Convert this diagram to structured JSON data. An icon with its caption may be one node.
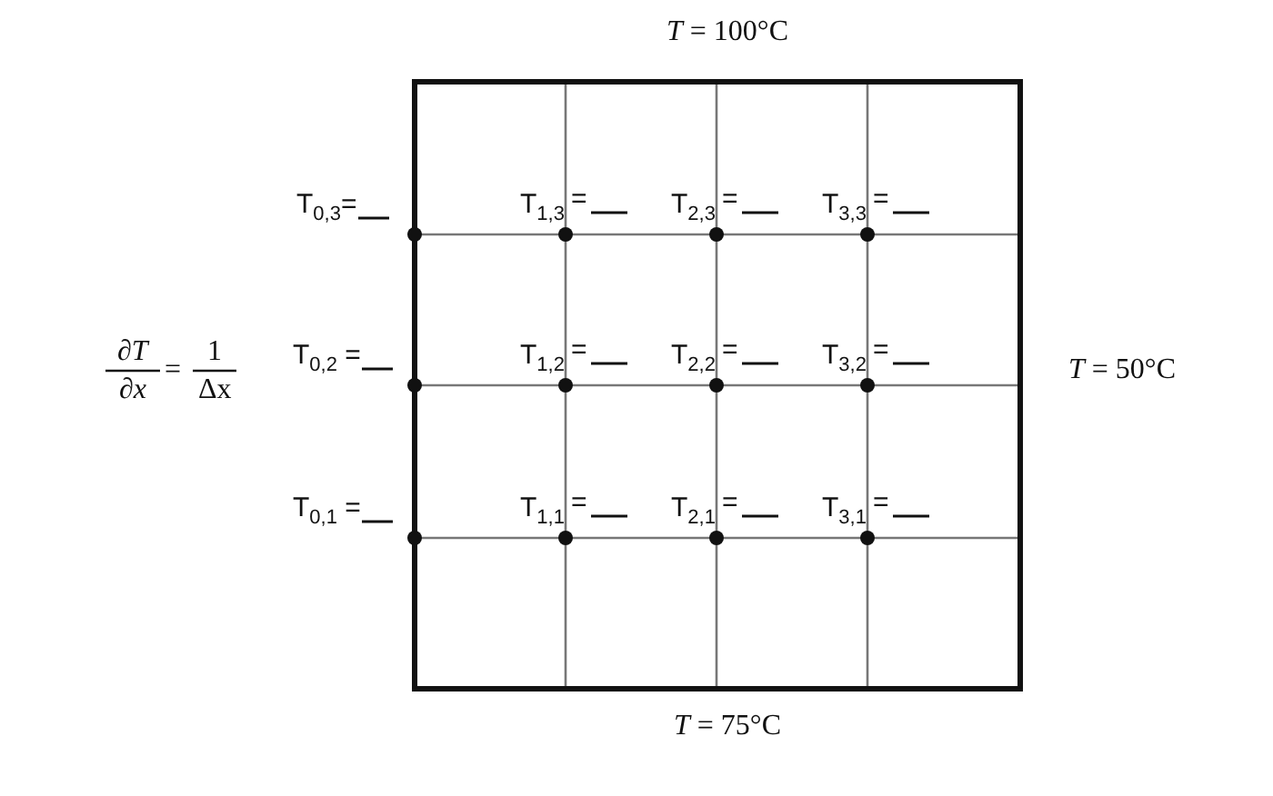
{
  "diagram": {
    "labels": [
      "*T* = 100°C",
      "T$_{0,3}$=",
      "T$_{1,3}$",
      "=",
      "T$_{2,3}$",
      "=",
      "T$_{3,3}$",
      "=",
      "∂*T*",
      "∂*x*",
      "=",
      "1",
      "Δx",
      "T$_{0,2}$ =",
      "T$_{1,2}$",
      "=",
      "T$_{2,2}$",
      "=",
      "T$_{3,2}$",
      "=",
      "*T* = 50°C",
      "T$_{0,1}$ =",
      "T$_{1,1}$",
      "=",
      "T$_{2,1}$",
      "=",
      "T$_{3,1}$",
      "=",
      "*T* = 75°C"
    ]
  }
}
